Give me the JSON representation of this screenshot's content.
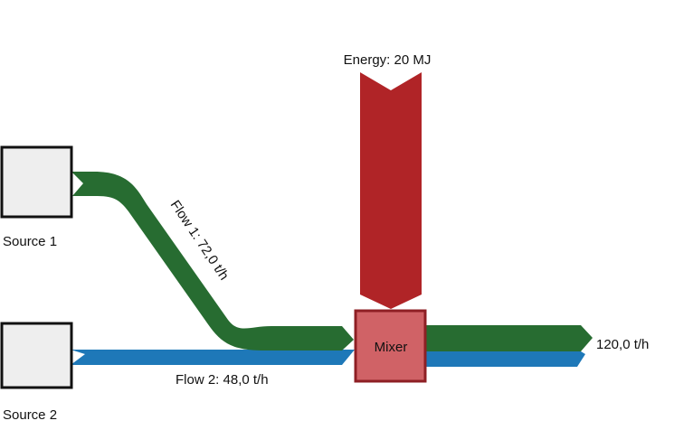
{
  "nodes": {
    "source1": {
      "label": "Source 1"
    },
    "source2": {
      "label": "Source 2"
    },
    "mixer": {
      "label": "Mixer"
    }
  },
  "flows": {
    "flow1": {
      "label": "Flow 1: 72,0 t/h",
      "value": 72.0,
      "unit": "t/h"
    },
    "flow2": {
      "label": "Flow 2: 48,0 t/h",
      "value": 48.0,
      "unit": "t/h"
    },
    "output": {
      "label": "120,0 t/h",
      "value": 120.0,
      "unit": "t/h"
    },
    "energy": {
      "label": "Energy: 20 MJ",
      "value": 20,
      "unit": "MJ"
    }
  },
  "colors": {
    "flow1": "#276c31",
    "flow2": "#1e78b8",
    "energy": "#b02427",
    "mixer_fill": "#d06266",
    "mixer_border": "#8e1f24",
    "source_fill": "#eeeeee",
    "source_border": "#111111"
  }
}
